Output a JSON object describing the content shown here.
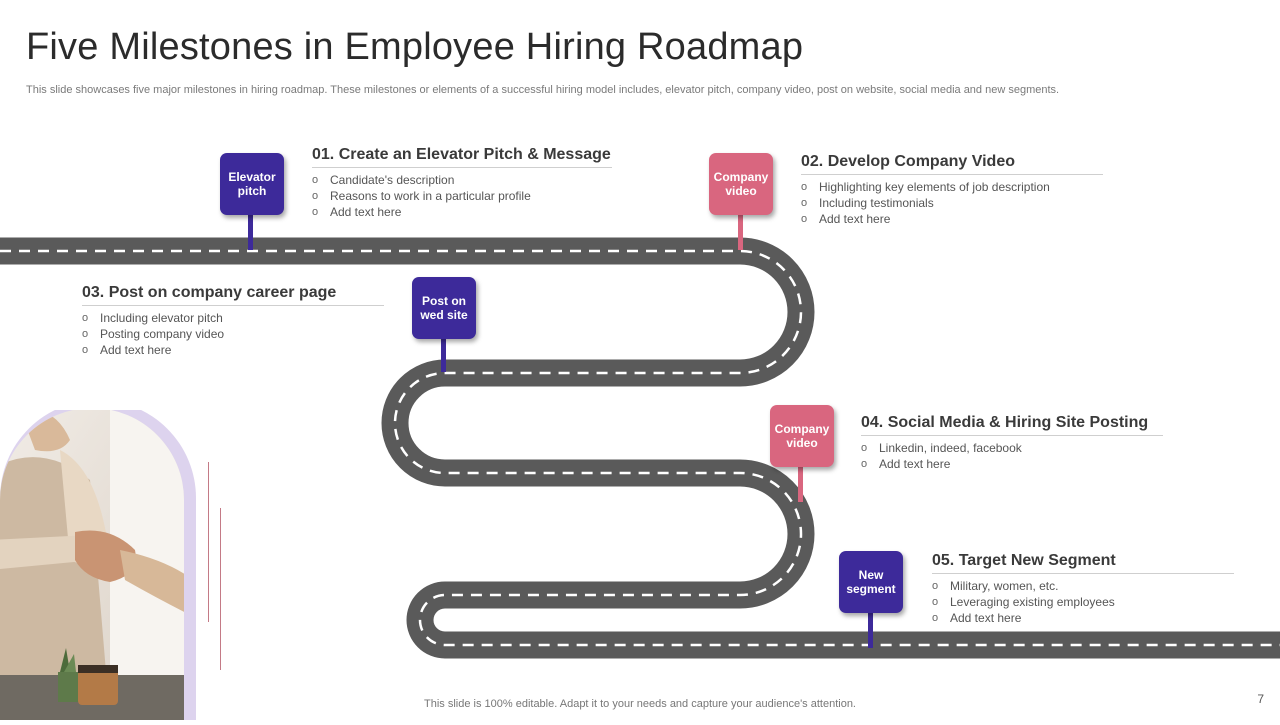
{
  "header": {
    "title": "Five Milestones in Employee Hiring Roadmap",
    "subtitle": "This slide showcases five major milestones in hiring roadmap. These milestones or elements of a successful hiring model includes, elevator pitch, company video,  post on website, social media and new segments."
  },
  "pins": [
    {
      "label": "Elevator pitch",
      "color": "#3d2a9a"
    },
    {
      "label": "Company video",
      "color": "#d9667f"
    },
    {
      "label": "Post on wed site",
      "color": "#3d2a9a"
    },
    {
      "label": "Company video",
      "color": "#d9667f"
    },
    {
      "label": "New segment",
      "color": "#3d2a9a"
    }
  ],
  "milestones": [
    {
      "title": "01. Create an Elevator Pitch & Message",
      "bullets": [
        "Candidate's description",
        "Reasons to work in a particular profile",
        "Add text here"
      ]
    },
    {
      "title": "02. Develop Company Video",
      "bullets": [
        "Highlighting  key elements  of job description",
        "Including  testimonials",
        "Add text here"
      ]
    },
    {
      "title": "03. Post on company career page",
      "bullets": [
        "Including  elevator  pitch",
        "Posting company video",
        "Add text here"
      ]
    },
    {
      "title": "04. Social Media & Hiring Site Posting",
      "bullets": [
        "Linkedin,  indeed,  facebook",
        "Add text here"
      ]
    },
    {
      "title": "05. Target New Segment",
      "bullets": [
        "Military,  women,  etc.",
        "Leveraging   existing employees",
        "Add text here"
      ]
    }
  ],
  "bullet_symbol": "o",
  "footer": {
    "note": "This slide is 100% editable. Adapt it to your needs and capture your audience's attention.",
    "page_number": "7"
  },
  "colors": {
    "road": "#5a5a5a",
    "road_dash": "#ffffff",
    "accent_purple": "#3d2a9a",
    "accent_pink": "#d9667f"
  }
}
